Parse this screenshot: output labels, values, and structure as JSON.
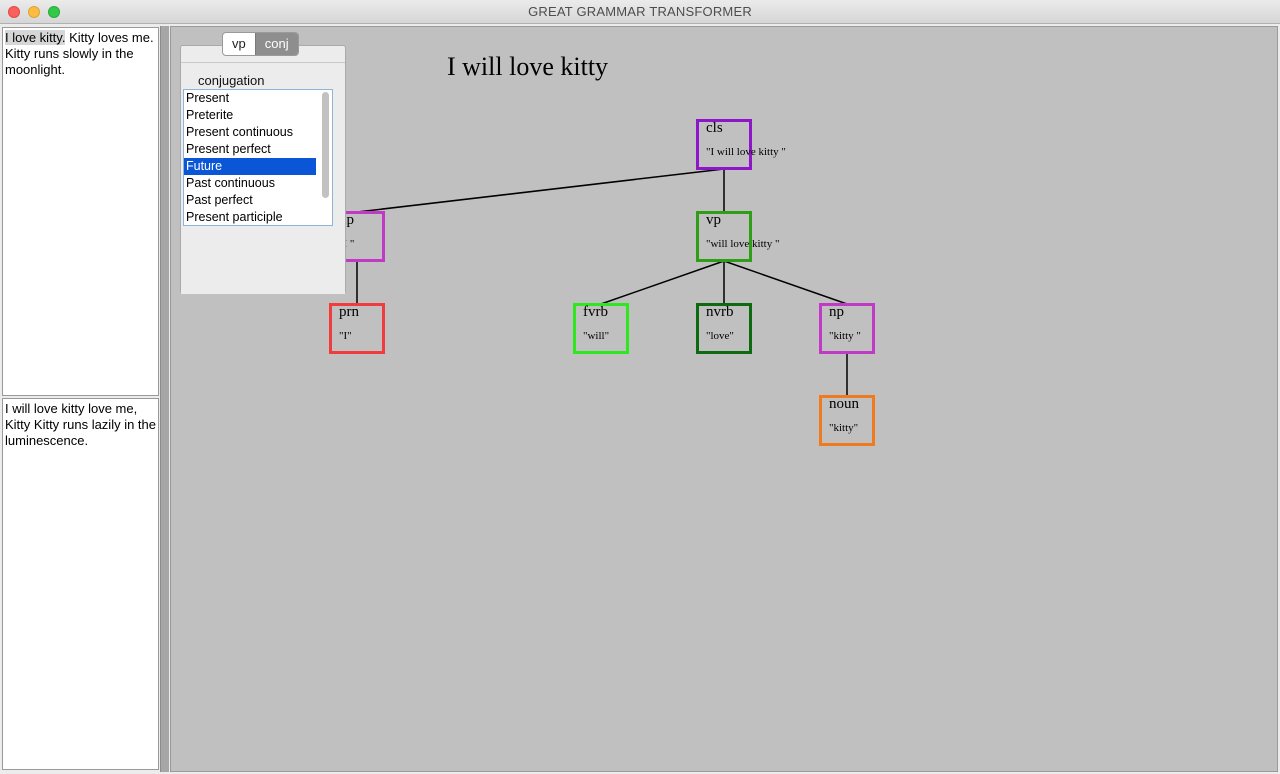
{
  "window": {
    "title": "GREAT GRAMMAR TRANSFORMER"
  },
  "input_text": {
    "selected": "I love kitty.",
    "rest": " Kitty loves me. Kitty runs slowly in the moonlight."
  },
  "output_text": "I will love kitty love me, Kitty Kitty runs lazily in the luminescence.",
  "panel": {
    "tabs": [
      {
        "label": "vp",
        "active": false
      },
      {
        "label": "conj",
        "active": true
      }
    ],
    "conjugation_label": "conjugation",
    "conjugations": [
      "Present",
      "Preterite",
      "Present continuous",
      "Present perfect",
      "Future",
      "Past continuous",
      "Past perfect",
      "Present participle"
    ],
    "selected_conjugation": "Future"
  },
  "tree": {
    "sentence": "I will love kitty",
    "nodes": [
      {
        "id": "cls",
        "label": "cls",
        "text": "\"I will love kitty \"",
        "color": "#8e16c8"
      },
      {
        "id": "np-subject",
        "label": "np",
        "text": "\"I \"",
        "color": "#c03ac6"
      },
      {
        "id": "vp",
        "label": "vp",
        "text": "\"will love kitty \"",
        "color": "#2e9e16"
      },
      {
        "id": "prn",
        "label": "prn",
        "text": "\"I\"",
        "color": "#f03c3c"
      },
      {
        "id": "fvrb",
        "label": "fvrb",
        "text": "\"will\"",
        "color": "#2ee81e"
      },
      {
        "id": "nvrb",
        "label": "nvrb",
        "text": "\"love\"",
        "color": "#0e6a0e"
      },
      {
        "id": "np-object",
        "label": "np",
        "text": "\"kitty \"",
        "color": "#c03ac6"
      },
      {
        "id": "noun",
        "label": "noun",
        "text": "\"kitty\"",
        "color": "#f07a1e"
      }
    ],
    "edges": [
      [
        "cls",
        "np-subject"
      ],
      [
        "cls",
        "vp"
      ],
      [
        "np-subject",
        "prn"
      ],
      [
        "vp",
        "fvrb"
      ],
      [
        "vp",
        "nvrb"
      ],
      [
        "vp",
        "np-object"
      ],
      [
        "np-object",
        "noun"
      ]
    ]
  }
}
